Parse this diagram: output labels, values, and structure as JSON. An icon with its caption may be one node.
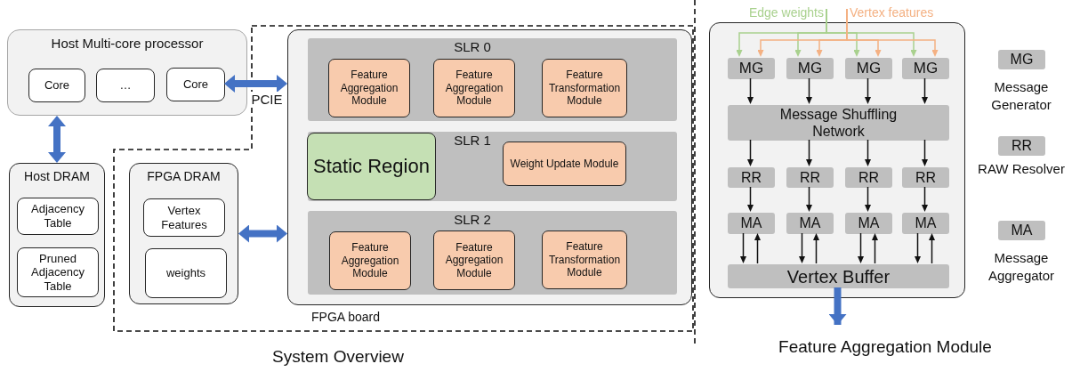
{
  "diagram": {
    "nodes": [
      {
        "text": [
          "Host Multi-core processor"
        ]
      },
      {
        "text": [
          "Core"
        ],
        "in": 0
      },
      {
        "text": [
          "…"
        ],
        "in": 0
      },
      {
        "text": [
          "Core"
        ],
        "in": 0
      },
      {
        "text": [
          "Host DRAM"
        ]
      },
      {
        "text": [
          "Adjacency Table"
        ],
        "in": 4
      },
      {
        "text": [
          "Pruned Adjacency Table"
        ],
        "in": 4
      },
      {
        "text": [
          "FPGA board"
        ]
      },
      {
        "text": [
          "FPGA DRAM"
        ],
        "in": 7
      },
      {
        "text": [
          "Vertex Features"
        ],
        "in": 8
      },
      {
        "text": [
          "weights"
        ],
        "in": 8
      },
      {
        "text": [],
        "shape": "box",
        "in": 7
      },
      {
        "text": [
          "SLR 0"
        ],
        "in": 11
      },
      {
        "text": [
          "Feature Aggregation Module"
        ],
        "in": 12
      },
      {
        "text": [
          "Feature Aggregation Module"
        ],
        "in": 12
      },
      {
        "text": [
          "Feature Transformation Module"
        ],
        "in": 12
      },
      {
        "text": [
          "SLR 1"
        ],
        "in": 11
      },
      {
        "text": [
          "Static Region"
        ],
        "in": 16
      },
      {
        "text": [
          "Weight Update Module"
        ],
        "in": 16
      },
      {
        "text": [
          "SLR 2"
        ],
        "in": 11
      },
      {
        "text": [
          "Feature Aggregation Module"
        ],
        "in": 19
      },
      {
        "text": [
          "Feature Aggregation Module"
        ],
        "in": 19
      },
      {
        "text": [
          "Feature Transformation Module"
        ],
        "in": 19
      },
      {
        "text": [],
        "shape": "box",
        "beside": [
          "Feature Aggregation Module"
        ]
      },
      {
        "text": [
          "Edge weights"
        ]
      },
      {
        "text": [
          "Vertex features"
        ]
      },
      {
        "text": [
          "MG"
        ],
        "in": 23
      },
      {
        "text": [
          "MG"
        ],
        "in": 23
      },
      {
        "text": [
          "MG"
        ],
        "in": 23
      },
      {
        "text": [
          "MG"
        ],
        "in": 23
      },
      {
        "text": [
          "Message Shuffling Network"
        ],
        "in": 23
      },
      {
        "text": [
          "RR"
        ],
        "in": 23
      },
      {
        "text": [
          "RR"
        ],
        "in": 23
      },
      {
        "text": [
          "RR"
        ],
        "in": 23
      },
      {
        "text": [
          "RR"
        ],
        "in": 23
      },
      {
        "text": [
          "MA"
        ],
        "in": 23
      },
      {
        "text": [
          "MA"
        ],
        "in": 23
      },
      {
        "text": [
          "MA"
        ],
        "in": 23
      },
      {
        "text": [
          "MA"
        ],
        "in": 23
      },
      {
        "text": [
          "Vertex Buffer"
        ],
        "in": 23
      },
      {
        "text": [
          "MG"
        ],
        "beside": [
          "Message Generator"
        ]
      },
      {
        "text": [
          "RR"
        ],
        "beside": [
          "RAW Resolver"
        ]
      },
      {
        "text": [
          "MA"
        ],
        "beside": [
          "Message Aggregator"
        ]
      }
    ],
    "edges": [
      {
        "from": 3,
        "to": 11,
        "arrow": "both",
        "label": "PCIE",
        "style": "thick",
        "color": "#4472c4"
      },
      {
        "from": 0,
        "to": 4,
        "arrow": "both",
        "style": "thick",
        "color": "#4472c4"
      },
      {
        "from": 8,
        "to": 11,
        "arrow": "both",
        "style": "thick",
        "color": "#4472c4"
      },
      {
        "from": 39,
        "to": null,
        "arrow": "to",
        "style": "thick",
        "color": "#4472c4"
      },
      {
        "from": 24,
        "to": 26,
        "arrow": "to",
        "color": "#a9d18e"
      },
      {
        "from": 24,
        "to": 27,
        "arrow": "to",
        "color": "#a9d18e"
      },
      {
        "from": 24,
        "to": 28,
        "arrow": "to",
        "color": "#a9d18e"
      },
      {
        "from": 24,
        "to": 29,
        "arrow": "to",
        "color": "#a9d18e"
      },
      {
        "from": 25,
        "to": 26,
        "arrow": "to",
        "color": "#f4b183"
      },
      {
        "from": 25,
        "to": 27,
        "arrow": "to",
        "color": "#f4b183"
      },
      {
        "from": 25,
        "to": 28,
        "arrow": "to",
        "color": "#f4b183"
      },
      {
        "from": 25,
        "to": 29,
        "arrow": "to",
        "color": "#f4b183"
      },
      {
        "from": 26,
        "to": 30,
        "arrow": "to"
      },
      {
        "from": 27,
        "to": 30,
        "arrow": "to"
      },
      {
        "from": 28,
        "to": 30,
        "arrow": "to"
      },
      {
        "from": 29,
        "to": 30,
        "arrow": "to"
      },
      {
        "from": 30,
        "to": 31,
        "arrow": "to"
      },
      {
        "from": 30,
        "to": 32,
        "arrow": "to"
      },
      {
        "from": 30,
        "to": 33,
        "arrow": "to"
      },
      {
        "from": 30,
        "to": 34,
        "arrow": "to"
      },
      {
        "from": 31,
        "to": 35,
        "arrow": "to"
      },
      {
        "from": 32,
        "to": 36,
        "arrow": "to"
      },
      {
        "from": 33,
        "to": 37,
        "arrow": "to"
      },
      {
        "from": 34,
        "to": 38,
        "arrow": "to"
      },
      {
        "from": 35,
        "to": 39,
        "arrow": "to"
      },
      {
        "from": 39,
        "to": 35,
        "arrow": "to"
      },
      {
        "from": 36,
        "to": 39,
        "arrow": "to"
      },
      {
        "from": 39,
        "to": 36,
        "arrow": "to"
      },
      {
        "from": 37,
        "to": 39,
        "arrow": "to"
      },
      {
        "from": 39,
        "to": 37,
        "arrow": "to"
      },
      {
        "from": 38,
        "to": 39,
        "arrow": "to"
      },
      {
        "from": 39,
        "to": 38,
        "arrow": "to"
      }
    ],
    "labels": [
      "System Overview"
    ]
  }
}
